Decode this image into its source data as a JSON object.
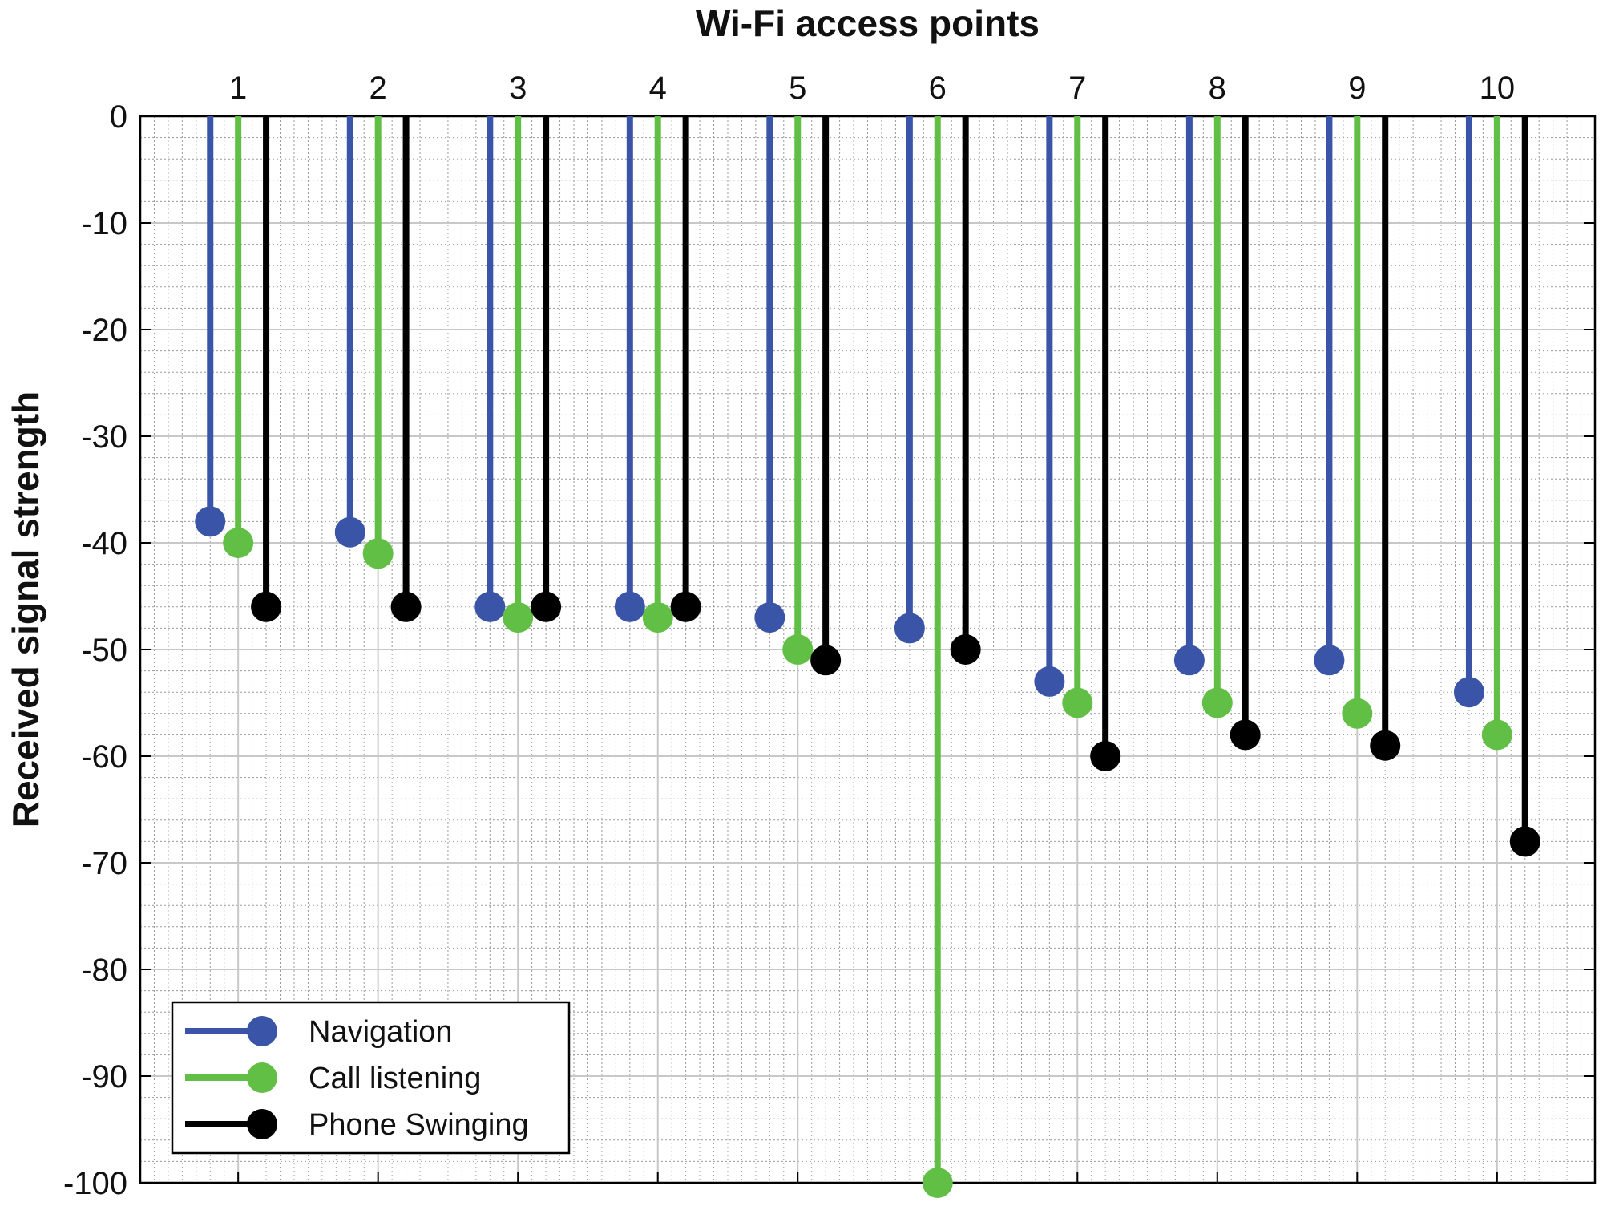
{
  "chart_data": {
    "type": "stem",
    "title": "",
    "xlabel": "Wi-Fi access points",
    "ylabel": "Received signal strength",
    "categories": [
      "1",
      "2",
      "3",
      "4",
      "5",
      "6",
      "7",
      "8",
      "9",
      "10"
    ],
    "ylim": [
      -100,
      0
    ],
    "yticks": [
      "0",
      "-10",
      "-20",
      "-30",
      "-40",
      "-50",
      "-60",
      "-70",
      "-80",
      "-90",
      "-100"
    ],
    "grid": true,
    "minor_grid": true,
    "x_axis_position": "top",
    "legend_position": "bottom-left",
    "series": [
      {
        "name": "Navigation",
        "color": "#3a55a8",
        "values": [
          -38,
          -39,
          -46,
          -46,
          -47,
          -48,
          -53,
          -51,
          -51,
          -54
        ]
      },
      {
        "name": "Call listening",
        "color": "#62bf45",
        "values": [
          -40,
          -41,
          -47,
          -47,
          -50,
          -100,
          -55,
          -55,
          -56,
          -58
        ]
      },
      {
        "name": "Phone Swinging",
        "color": "#000000",
        "values": [
          -46,
          -46,
          -46,
          -46,
          -51,
          -50,
          -60,
          -58,
          -59,
          -68
        ]
      }
    ]
  }
}
